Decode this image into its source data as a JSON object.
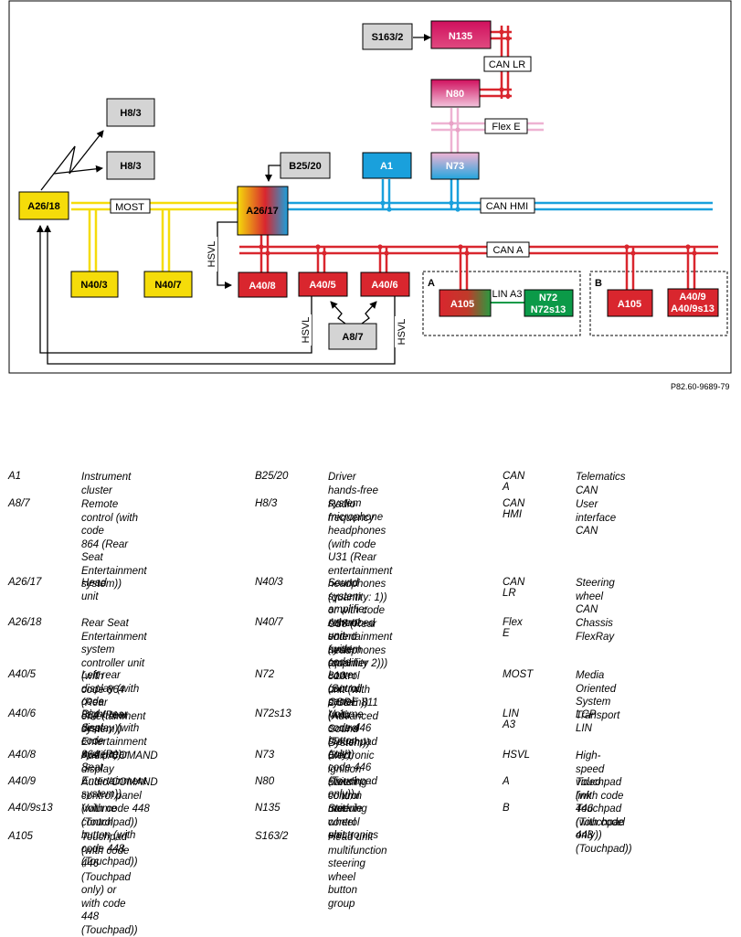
{
  "diagram": {
    "components": {
      "S163_2": "S163/2",
      "N135": "N135",
      "N80": "N80",
      "H8_3_a": "H8/3",
      "H8_3_b": "H8/3",
      "B25_20": "B25/20",
      "A1": "A1",
      "N73": "N73",
      "A26_18": "A26/18",
      "A26_17": "A26/17",
      "N40_3": "N40/3",
      "N40_7": "N40/7",
      "A40_8": "A40/8",
      "A40_5": "A40/5",
      "A40_6": "A40/6",
      "A8_7": "A8/7",
      "A105_a": "A105",
      "N72": "N72",
      "N72s13": "N72s13",
      "A105_b": "A105",
      "A40_9": "A40/9",
      "A40_9s13": "A40/9s13"
    },
    "bus_labels": {
      "can_lr": "CAN LR",
      "flex_e": "Flex E",
      "most": "MOST",
      "can_hmi": "CAN HMI",
      "can_a": "CAN A",
      "lin_a3": "LIN A3",
      "hsvl_1": "HSVL",
      "hsvl_2": "HSVL",
      "hsvl_3": "HSVL"
    },
    "group_labels": {
      "a": "A",
      "b": "B"
    },
    "colors": {
      "red": "#d9262e",
      "yellow": "#f5dc0a",
      "blue": "#1aa0dc",
      "pink": "#eeb2d2",
      "magenta": "#d0105e",
      "green": "#0b9a48",
      "gray": "#d4d4d4"
    },
    "reference": "P82.60-9689-79"
  },
  "legend": [
    {
      "key": "A1",
      "desc": [
        "Instrument cluster"
      ]
    },
    {
      "key": "A8/7",
      "desc": [
        "Remote control (with code",
        "864 (Rear Seat Entertainment",
        "system))"
      ]
    },
    {
      "key": "A26/17",
      "desc": [
        "Head unit"
      ]
    },
    {
      "key": "A26/18",
      "desc": [
        "Rear Seat Entertainment",
        "system controller unit (with",
        "code 864 (Rear entertainment",
        "system))"
      ]
    },
    {
      "key": "A40/5",
      "desc": [
        "Left rear display (with code",
        "864 (Rear Seat Entertainment",
        "system))"
      ]
    },
    {
      "key": "A40/6",
      "desc": [
        "Right rear display (with code",
        "864 (Rear Seat Entertainment",
        "system))"
      ]
    },
    {
      "key": "A40/8",
      "desc": [
        "Audio/COMAND display"
      ]
    },
    {
      "key": "A40/9",
      "desc": [
        "Audio/COMAND control panel",
        "(with code 448 (Touchpad))"
      ]
    },
    {
      "key": "A40/9s13",
      "desc": [
        "Volume control button (with",
        "code 448 (Touchpad))"
      ]
    },
    {
      "key": "A105",
      "desc": [
        "Touchpad (with code 446",
        "(Touchpad only) or with code",
        "448 (Touchpad))"
      ]
    },
    {
      "key": "B25/20",
      "desc": [
        "Driver hands-free system",
        "microphone"
      ]
    },
    {
      "key": "H8/3",
      "desc": [
        "Radio frequency headphones",
        "(with code U31 (Rear",
        "entertainment headphones",
        "(quantity: 1)) or with code",
        "U58 (Rear entertainment",
        "headphones (quantity 2)))"
      ]
    },
    {
      "key": "N40/3",
      "desc": [
        "Sound system amplifier",
        "control unit (with code 810",
        "(Sound system))"
      ]
    },
    {
      "key": "N40/7",
      "desc": [
        "Advanced sound system",
        "amplifier control unit (with",
        "CODE 811 (Advanced Sound",
        "System))"
      ]
    },
    {
      "key": "N72",
      "desc": [
        "Lower control panel (with",
        "code 446 (Touchpad only))"
      ]
    },
    {
      "key": "N72s13",
      "desc": [
        "Volume control button (with",
        "code 446 (Touchpad only))"
      ]
    },
    {
      "key": "N73",
      "desc": [
        "Electronic ignition switch",
        "control unit"
      ]
    },
    {
      "key": "N80",
      "desc": [
        "Steering column module",
        "control unit"
      ]
    },
    {
      "key": "N135",
      "desc": [
        "Steering wheel electronics"
      ]
    },
    {
      "key": "S163/2",
      "desc": [
        "Head unit multifunction",
        "steering wheel button group"
      ]
    },
    {
      "key": "CAN A",
      "desc": [
        "Telematics CAN"
      ]
    },
    {
      "key": "CAN HMI",
      "desc": [
        "User interface CAN"
      ]
    },
    {
      "key": "CAN LR",
      "desc": [
        "Steering wheel CAN"
      ]
    },
    {
      "key": "Flex E",
      "desc": [
        "Chassis FlexRay"
      ]
    },
    {
      "key": "MOST",
      "desc": [
        "Media Oriented System",
        "Transport"
      ]
    },
    {
      "key": "LIN A3",
      "desc": [
        "LCP LIN"
      ]
    },
    {
      "key": "HSVL",
      "desc": [
        "High-speed video link"
      ]
    },
    {
      "key": "A",
      "desc": [
        "Touchpad (with code 446",
        "(Touchpad only))"
      ]
    },
    {
      "key": "B",
      "desc": [
        "Touchpad (with code 448",
        "(Touchpad))"
      ]
    }
  ]
}
